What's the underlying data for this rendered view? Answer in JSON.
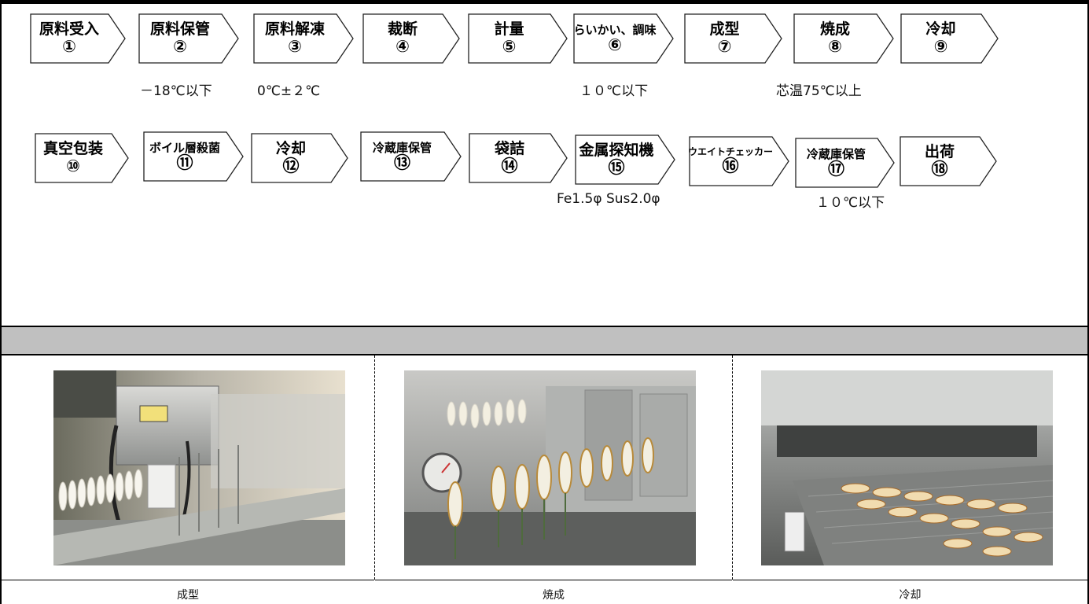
{
  "flow_steps": [
    {
      "name": "原料受入",
      "num": "①"
    },
    {
      "name": "原料保管",
      "num": "②"
    },
    {
      "name": "原料解凍",
      "num": "③"
    },
    {
      "name": "裁断",
      "num": "④"
    },
    {
      "name": "計量",
      "num": "⑤"
    },
    {
      "name": "らいかい、調味",
      "num": "⑥"
    },
    {
      "name": "成型",
      "num": "⑦"
    },
    {
      "name": "焼成",
      "num": "⑧"
    },
    {
      "name": "冷却",
      "num": "⑨"
    },
    {
      "name": "真空包装",
      "num": "⑩"
    },
    {
      "name": "ボイル層殺菌",
      "num": "⑪"
    },
    {
      "name": "冷却",
      "num": "⑫"
    },
    {
      "name": "冷蔵庫保管",
      "num": "⑬"
    },
    {
      "name": "袋詰",
      "num": "⑭"
    },
    {
      "name": "金属探知機",
      "num": "⑮"
    },
    {
      "name": "ウエイトチェッカー",
      "num": "⑯"
    },
    {
      "name": "冷蔵庫保管",
      "num": "⑰"
    },
    {
      "name": "出荷",
      "num": "⑱"
    }
  ],
  "notes": {
    "n1": "－18℃以下",
    "n2": "0℃±２℃",
    "n3": "１０℃以下",
    "n4": "芯温75℃以上",
    "n5": "Fe1.5φ Sus2.0φ",
    "n6": "１０℃以下"
  },
  "photos": [
    {
      "caption": "成型"
    },
    {
      "caption": "焼成"
    },
    {
      "caption": "冷却"
    }
  ],
  "colors": {
    "band": "#c0c0c0",
    "border": "#000000",
    "box_fill": "#ffffff"
  }
}
